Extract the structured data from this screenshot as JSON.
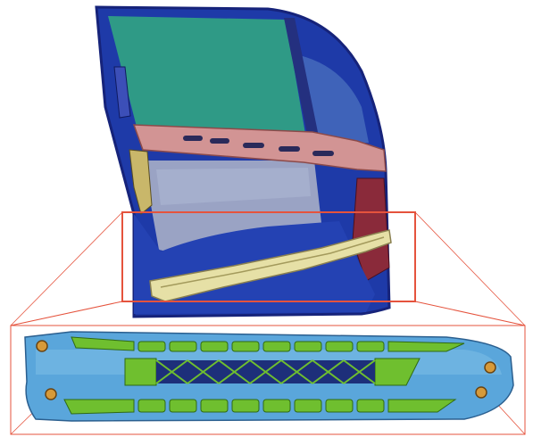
{
  "figure": {
    "subject": "car-door-structure-with-highlighted-reinforcement-beam",
    "colors": {
      "background": "#ffffff",
      "door_frame": "#1e3aa8",
      "door_frame_dark": "#16237a",
      "window_glass_teal": "#2f9a86",
      "window_glass_grey": "#8b96b8",
      "window_glass_blue": "#3f63b9",
      "cross_bar": "#d29494",
      "inner_panel": "#b7bfd6",
      "beam_yellow": "#e6e0a6",
      "callout_red": "#e5533d",
      "detail_blue": "#5aa6db",
      "detail_green": "#6fbf2f",
      "bolt_orange": "#d79a3a"
    },
    "icons": [
      "door-outline",
      "window-glass",
      "side-impact-beam",
      "zoom-callout",
      "bolt-holes"
    ]
  }
}
